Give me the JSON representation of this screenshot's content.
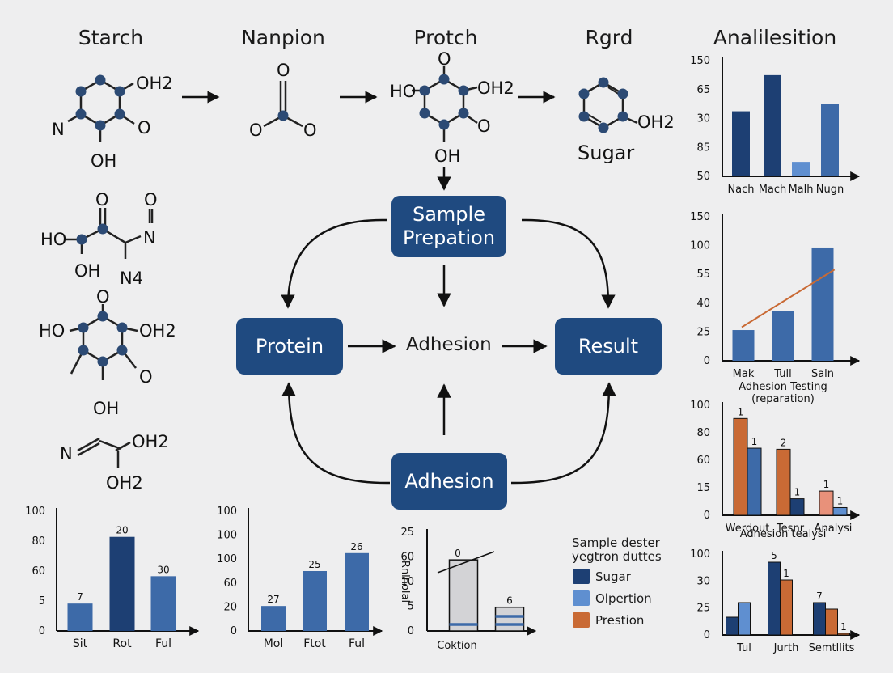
{
  "column_titles": [
    "Starch",
    "Nanpion",
    "Protch",
    "Rgrd",
    "Analilesition"
  ],
  "molecules": {
    "starch": {
      "top_right": "OH2",
      "left": "N",
      "right": "O",
      "bottom": "OH"
    },
    "nanpion": {
      "top": "O",
      "left": "O",
      "right": "O"
    },
    "protch": {
      "left": "HO",
      "top": "O",
      "top_right": "OH2",
      "right": "O",
      "bottom": "OH"
    },
    "rgrd": {
      "right": "OH2",
      "caption": "Sugar"
    },
    "chain": {
      "left": "HO",
      "top": "O",
      "top_right": "O",
      "right": "N",
      "bottom_left": "OH",
      "bottom": "N4"
    },
    "ring3": {
      "left": "HO",
      "top": "O",
      "top_right": "OH2",
      "right": "O",
      "bottom": "OH"
    },
    "imine": {
      "left": "N",
      "top_right": "OH2",
      "bottom": "OH2"
    }
  },
  "flow": {
    "sample_prep": "Sample\nPrepation",
    "protein": "Protein",
    "adhesion_center": "Adhesion",
    "result": "Result",
    "adhesion_bottom": "Adhesion"
  },
  "colors": {
    "navy": "#1d3f73",
    "mid_blue": "#3d6aa8",
    "light_blue": "#5f8fd0",
    "orange": "#c96a35",
    "peach": "#e8917a",
    "gray_bar": "#d3d3d6",
    "flow_box": "#1f4a80"
  },
  "legend": {
    "title_line1": "Sample dester",
    "title_line2": "yegtron duttes",
    "items": [
      {
        "label": "Sugar",
        "color": "#1d3f73"
      },
      {
        "label": "Olpertion",
        "color": "#5f8fd0"
      },
      {
        "label": "Prestion",
        "color": "#c96a35"
      }
    ]
  },
  "chart_data": [
    {
      "type": "bar",
      "id": "right1",
      "categories": [
        "Nach",
        "Mach",
        "Malh",
        "Nugn"
      ],
      "series": [
        {
          "values": [
            45,
            70,
            10,
            50
          ]
        }
      ],
      "ytick_labels": [
        "150",
        "65",
        "30",
        "85",
        "50"
      ],
      "ylim": [
        0,
        80
      ],
      "bar_colors": [
        "#1d3f73",
        "#1d3f73",
        "#5f8fd0",
        "#3d6aa8"
      ]
    },
    {
      "type": "bar",
      "id": "right2",
      "categories": [
        "Mak",
        "Tull",
        "Saln"
      ],
      "series": [
        {
          "values": [
            32,
            52,
            118
          ]
        }
      ],
      "trendline": [
        [
          0,
          35
        ],
        [
          2.3,
          95
        ]
      ],
      "ytick_labels": [
        "150",
        "100",
        "55",
        "40",
        "25",
        "0"
      ],
      "ylim": [
        0,
        150
      ],
      "title": "Adhesion Testing",
      "subtitle": "(reparation)",
      "bar_colors": [
        "#3d6aa8",
        "#3d6aa8",
        "#3d6aa8"
      ]
    },
    {
      "type": "bar",
      "id": "right3",
      "categories": [
        "Werdout",
        "Tesnr",
        "Analysi"
      ],
      "series": [
        {
          "values": [
            88,
            60,
            22
          ],
          "colors": [
            "#c96a35",
            "#c96a35",
            "#e8917a"
          ],
          "labels": [
            "1",
            "2",
            "1"
          ]
        },
        {
          "values": [
            61,
            15,
            7
          ],
          "colors": [
            "#3d6aa8",
            "#1d3f73",
            "#5f8fd0"
          ],
          "labels": [
            "1",
            "1",
            "1"
          ]
        }
      ],
      "ytick_labels": [
        "100",
        "80",
        "60",
        "15",
        "0"
      ],
      "ylim": [
        0,
        100
      ],
      "title": "Adhesion tealysi"
    },
    {
      "type": "bar",
      "id": "right4",
      "categories": [
        "Tul",
        "Jurth",
        "Semtllits"
      ],
      "series": [
        {
          "values": [
            22,
            90,
            40
          ],
          "colors": [
            "#1d3f73",
            "#1d3f73",
            "#1d3f73"
          ],
          "labels": [
            "",
            "5",
            "7"
          ]
        },
        {
          "values": [
            40,
            68,
            32
          ],
          "colors": [
            "#5f8fd0",
            "#c96a35",
            "#c96a35"
          ],
          "labels": [
            "",
            "1",
            ""
          ]
        },
        {
          "values": [
            0,
            0,
            2
          ],
          "colors": [
            "#c96a35",
            "#c96a35",
            "#c96a35"
          ],
          "labels": [
            "",
            "",
            "1"
          ]
        }
      ],
      "ytick_labels": [
        "100",
        "30",
        "25",
        "0"
      ],
      "ylim": [
        0,
        100
      ]
    },
    {
      "type": "bar",
      "id": "bottom1",
      "categories": [
        "Sit",
        "Rot",
        "Ful"
      ],
      "series": [
        {
          "values": [
            32,
            110,
            64
          ],
          "labels": [
            "7",
            "20",
            "30"
          ]
        }
      ],
      "ytick_labels": [
        "100",
        "80",
        "60",
        "5",
        "0"
      ],
      "ylim": [
        0,
        140
      ],
      "bar_colors": [
        "#3d6aa8",
        "#1d3f73",
        "#3d6aa8"
      ]
    },
    {
      "type": "bar",
      "id": "bottom2",
      "categories": [
        "Mol",
        "Ftot",
        "Ful"
      ],
      "series": [
        {
          "values": [
            25,
            60,
            78
          ],
          "labels": [
            "27",
            "25",
            "26"
          ]
        }
      ],
      "ytick_labels": [
        "100",
        "100",
        "100",
        "60",
        "20",
        "0"
      ],
      "ylim": [
        0,
        120
      ],
      "bar_colors": [
        "#3d6aa8",
        "#3d6aa8",
        "#3d6aa8"
      ]
    },
    {
      "type": "bar",
      "id": "bottom3",
      "categories": [
        "Coktion"
      ],
      "series": [
        {
          "values": [
            18,
            6
          ],
          "labels": [
            "0",
            "6"
          ]
        }
      ],
      "ytick_labels": [
        "25",
        "60",
        "10",
        "5",
        "0"
      ],
      "ylim": [
        0,
        25
      ],
      "ylabel": "Rnlnolal",
      "bar_colors": [
        "#d3d3d6",
        "#d3d3d6"
      ]
    }
  ]
}
